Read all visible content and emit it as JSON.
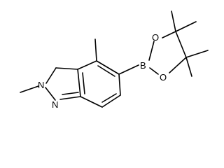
{
  "structure": {
    "atoms": {
      "N1": "N",
      "N2": "N",
      "B": "B",
      "O1": "O",
      "O2": "O"
    },
    "colors": {
      "line": "#000000",
      "background": "#ffffff"
    }
  }
}
